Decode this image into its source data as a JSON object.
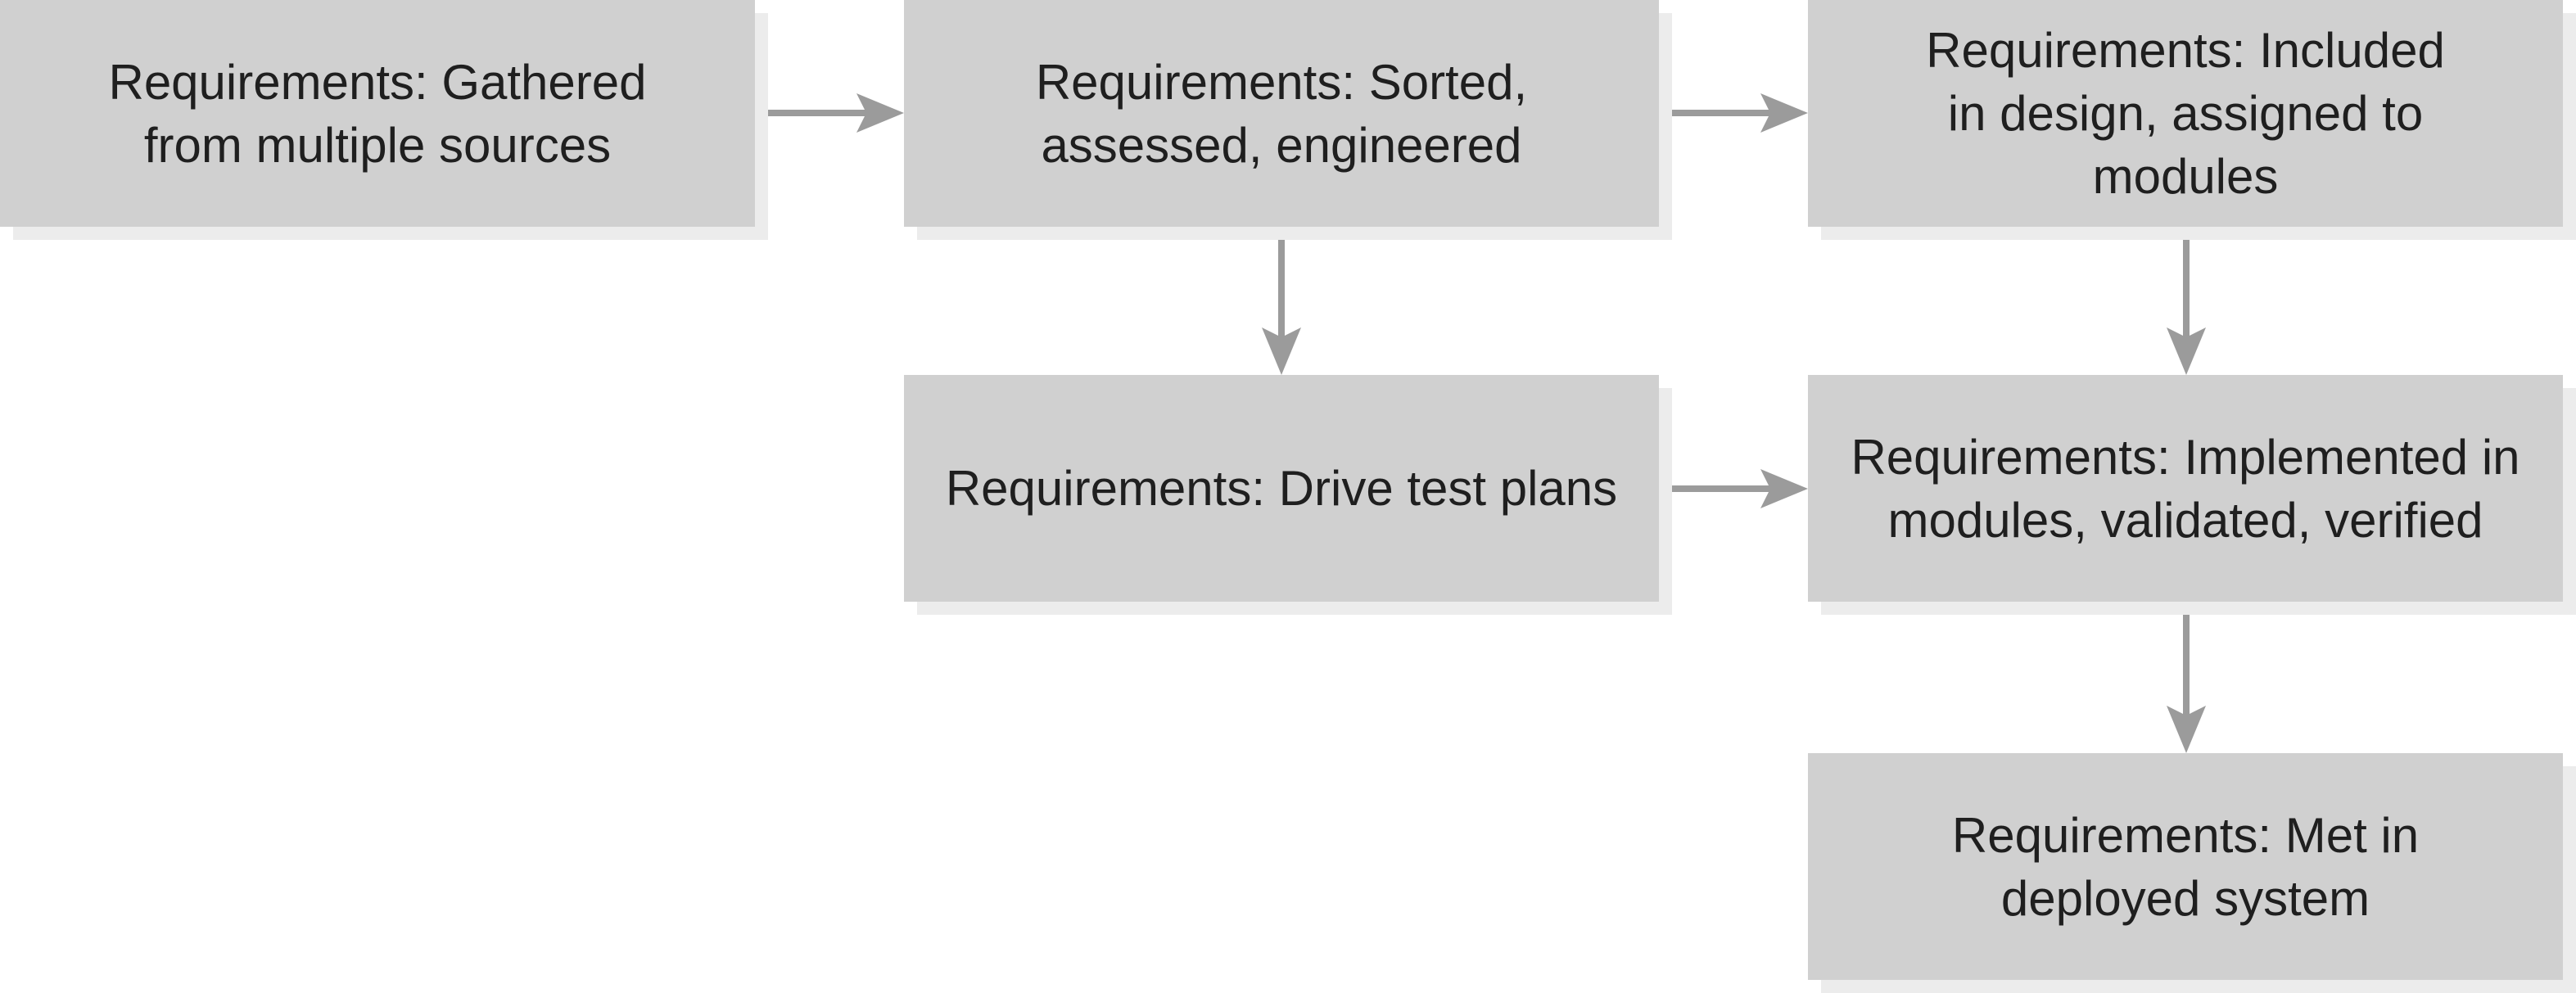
{
  "diagram": {
    "type": "flowchart",
    "background": "#ffffff",
    "colors": {
      "node_fill": "#d0d0d0",
      "node_shadow": "#ececec",
      "arrow": "#9b9b9b",
      "text": "#1f1f1f"
    },
    "nodes": [
      {
        "id": "gathered",
        "lines": [
          "Requirements: Gathered",
          "from multiple sources"
        ]
      },
      {
        "id": "sorted",
        "lines": [
          "Requirements: Sorted,",
          "assessed, engineered"
        ]
      },
      {
        "id": "included",
        "lines": [
          "Requirements: Included",
          "in design, assigned to",
          "modules"
        ]
      },
      {
        "id": "test-plans",
        "lines": [
          "Requirements: Drive test plans"
        ]
      },
      {
        "id": "implemented",
        "lines": [
          "Requirements: Implemented in",
          "modules, validated, verified"
        ]
      },
      {
        "id": "met",
        "lines": [
          "Requirements: Met in",
          "deployed system"
        ]
      }
    ],
    "edges": [
      {
        "from": "gathered",
        "to": "sorted",
        "direction": "right"
      },
      {
        "from": "sorted",
        "to": "included",
        "direction": "right"
      },
      {
        "from": "sorted",
        "to": "test-plans",
        "direction": "down"
      },
      {
        "from": "included",
        "to": "implemented",
        "direction": "down"
      },
      {
        "from": "test-plans",
        "to": "implemented",
        "direction": "right"
      },
      {
        "from": "implemented",
        "to": "met",
        "direction": "down"
      }
    ]
  }
}
